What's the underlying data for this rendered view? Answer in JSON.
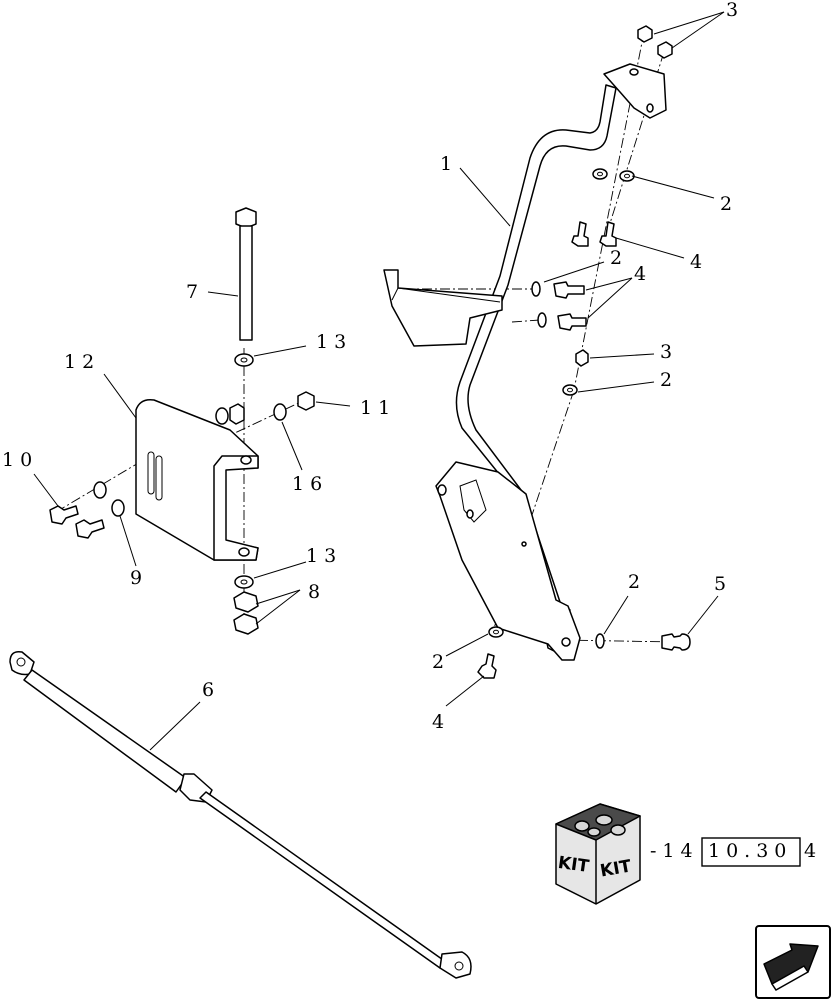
{
  "callouts": {
    "c1": "1",
    "c2a": "2",
    "c2b": "2",
    "c2c": "2",
    "c2d": "2",
    "c2e": "2",
    "c3a": "3",
    "c3b": "3",
    "c4a": "4",
    "c4b": "4",
    "c4c": "4",
    "c5": "5",
    "c6": "6",
    "c7": "7",
    "c8": "8",
    "c9": "9",
    "c10": "10",
    "c11": "11",
    "c12": "12",
    "c13a": "13",
    "c13b": "13",
    "c16": "16"
  },
  "kit": {
    "label_left": "KIT",
    "label_right": "KIT",
    "prefix": "-14",
    "ref_box": "10.30",
    "suffix": "4"
  },
  "nav": {
    "icon": "next-page-arrow-icon"
  }
}
